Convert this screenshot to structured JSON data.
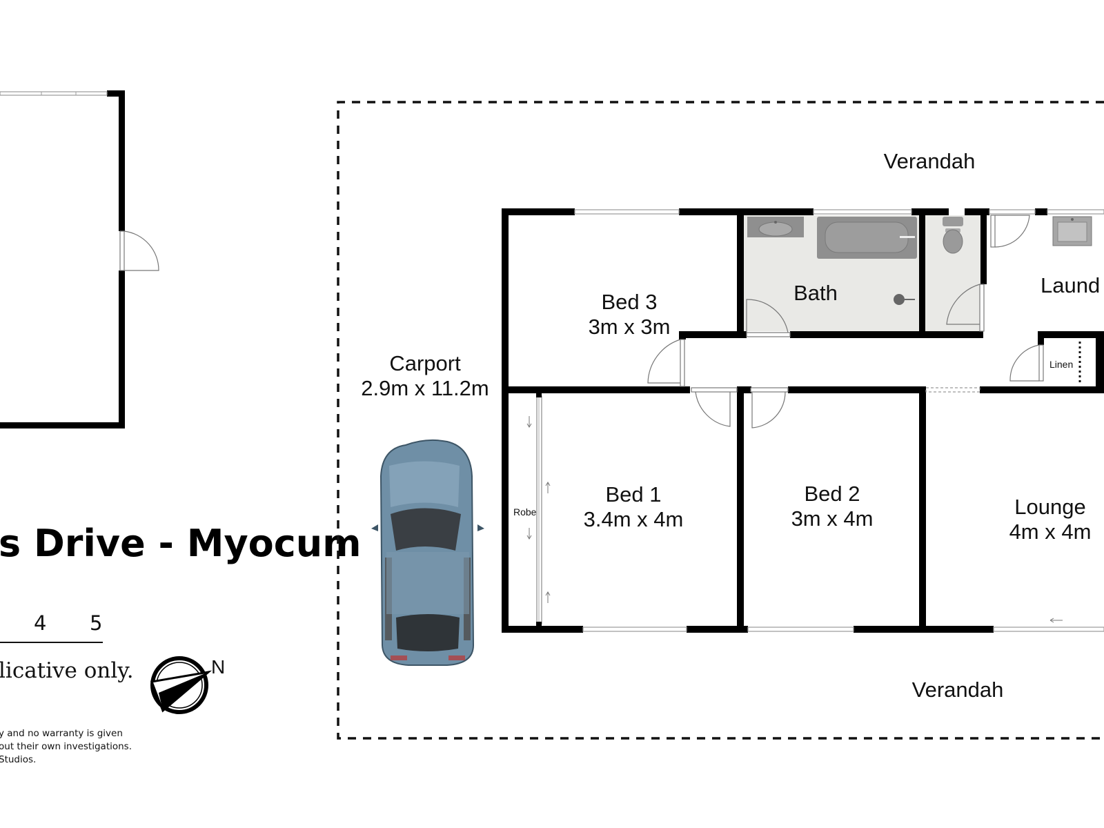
{
  "title": "s Drive - Myocum",
  "scale_numbers": [
    "4",
    "5"
  ],
  "indicative_text": "licative only.",
  "north_label": "N",
  "disclaimer_lines": [
    "y and no warranty is given",
    "out their own investigations.",
    "Studios."
  ],
  "rooms": {
    "verandah_top": "Verandah",
    "verandah_bottom": "Verandah",
    "carport_name": "Carport",
    "carport_size": "2.9m x 11.2m",
    "bed3_name": "Bed 3",
    "bed3_size": "3m x 3m",
    "bath_name": "Bath",
    "laundry_name": "Laund",
    "linen_name": "Linen",
    "bed1_name": "Bed 1",
    "bed1_size": "3.4m x 4m",
    "robe_name": "Robe",
    "bed2_name": "Bed 2",
    "bed2_size": "3m x 4m",
    "lounge_name": "Lounge",
    "lounge_size": "4m x 4m"
  },
  "colors": {
    "wall": "#000000",
    "wet_floor": "#e9e9e6",
    "fixture": "#8f8f8f",
    "car_body": "#6f8fa6"
  }
}
